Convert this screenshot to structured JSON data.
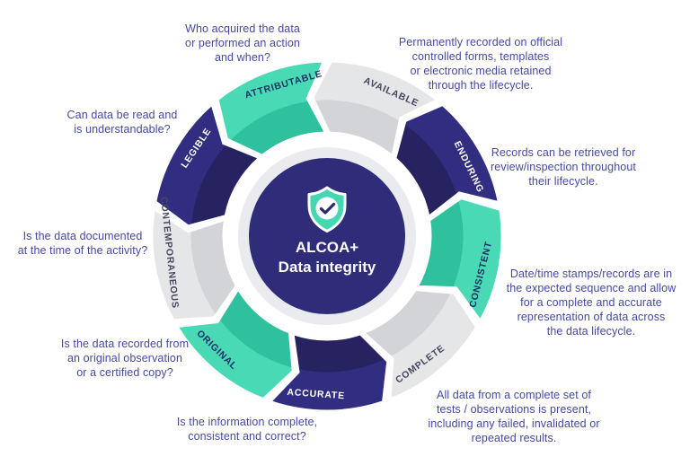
{
  "diagram": {
    "title_line1": "ALCOA+",
    "title_line2": "Data integrity",
    "flow": "counterclockwise",
    "center_icon": "shield-check"
  },
  "colors": {
    "teal_light": "#49d9b4",
    "teal_dark": "#2fc19d",
    "navy_light": "#312e81",
    "navy_dark": "#272360",
    "gray_light": "#e5e6e8",
    "gray_dark": "#d2d4d7",
    "center_circle": "#2f2c7a",
    "center_halo": "#eaebee",
    "note_text": "#4649a4",
    "shield_fill": "#45d6b2",
    "check_stroke": "#2b2a6e"
  },
  "segments": [
    {
      "label": "ATTRIBUTABLE",
      "color": "teal",
      "start_deg": 320,
      "note": "Who acquired the data\nor performed an action\nand when?"
    },
    {
      "label": "LEGIBLE",
      "color": "navy",
      "start_deg": 280,
      "note": "Can data be read and\nis understandable?"
    },
    {
      "label": "CONTEMPORANEOUS",
      "color": "gray",
      "start_deg": 240,
      "note": "Is the data documented\nat the time of the activity?"
    },
    {
      "label": "ORIGINAL",
      "color": "teal",
      "start_deg": 200,
      "note": "Is the data recorded from\nan original observation\nor a certified copy?"
    },
    {
      "label": "ACCURATE",
      "color": "navy",
      "start_deg": 160,
      "note": "Is the information complete,\nconsistent and correct?"
    },
    {
      "label": "COMPLETE",
      "color": "gray",
      "start_deg": 120,
      "note": "All data from a complete set of\ntests / observations is present,\nincluding any failed, invalidated or\nrepeated results."
    },
    {
      "label": "CONSISTENT",
      "color": "teal",
      "start_deg": 80,
      "note": "Date/time stamps/records are in\nthe expected sequence and allow\nfor a complete and accurate\nrepresentation of data across\nthe data lifecycle."
    },
    {
      "label": "ENDURING",
      "color": "navy",
      "start_deg": 40,
      "note": "Records can be retrieved for\nreview/inspection throughout\ntheir lifecycle."
    },
    {
      "label": "AVAILABLE",
      "color": "gray",
      "start_deg": 0,
      "note": "Permanently recorded on official\ncontrolled forms, templates\nor electronic media retained\nthrough the lifecycle."
    }
  ]
}
